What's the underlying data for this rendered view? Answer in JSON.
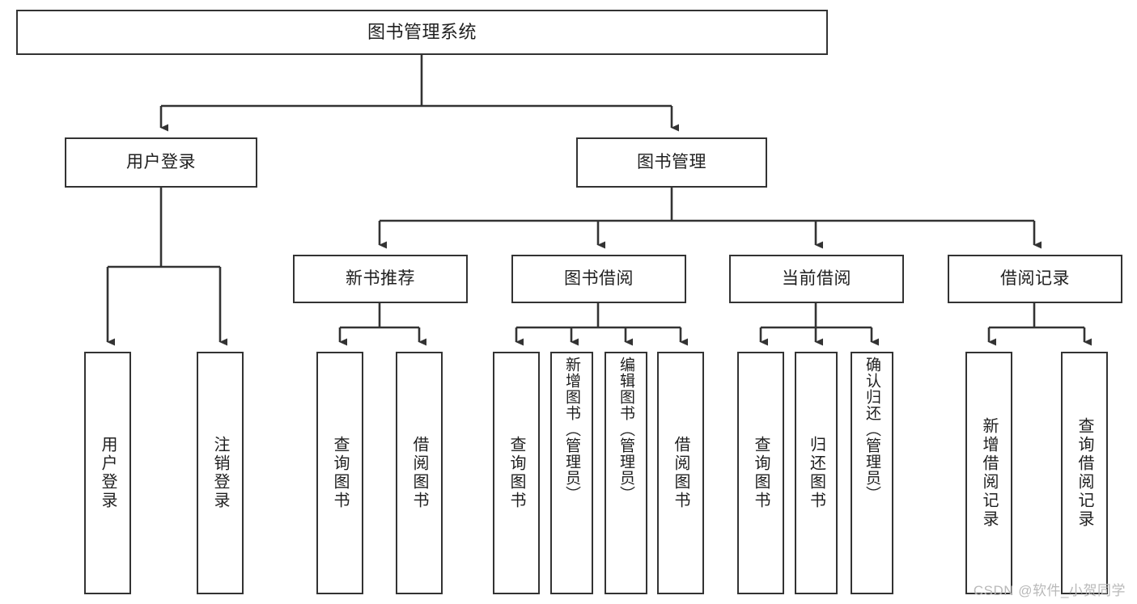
{
  "diagram": {
    "title": "图书管理系统",
    "type": "tree-hierarchy",
    "watermark": "CSDN @软件_小贺同学",
    "colors": {
      "background": "#ffffff",
      "box_border": "#333333",
      "box_fill": "#ffffff",
      "edge": "#333333",
      "text": "#1f1f1f",
      "watermark": "#b9b9b9"
    },
    "nodes": {
      "root": {
        "label": "图书管理系统"
      },
      "level2": [
        {
          "id": "user-login",
          "label": "用户登录"
        },
        {
          "id": "book-management",
          "label": "图书管理"
        }
      ],
      "level3": [
        {
          "id": "new-book-recommend",
          "label": "新书推荐"
        },
        {
          "id": "book-borrow",
          "label": "图书借阅"
        },
        {
          "id": "current-borrow",
          "label": "当前借阅"
        },
        {
          "id": "borrow-record",
          "label": "借阅记录"
        }
      ],
      "leaves": {
        "user_login": [
          {
            "id": "leaf-user-login",
            "label": "用户登录"
          },
          {
            "id": "leaf-logout",
            "label": "注销登录"
          }
        ],
        "new_book_recommend": [
          {
            "id": "leaf-query-book-1",
            "label": "查询图书"
          },
          {
            "id": "leaf-borrow-book-1",
            "label": "借阅图书"
          }
        ],
        "book_borrow": [
          {
            "id": "leaf-query-book-2",
            "label": "查询图书"
          },
          {
            "id": "leaf-add-book",
            "label": "新增图书（管理员）"
          },
          {
            "id": "leaf-edit-book",
            "label": "编辑图书（管理员）"
          },
          {
            "id": "leaf-borrow-book-2",
            "label": "借阅图书"
          }
        ],
        "current_borrow": [
          {
            "id": "leaf-query-book-3",
            "label": "查询图书"
          },
          {
            "id": "leaf-return-book",
            "label": "归还图书"
          },
          {
            "id": "leaf-confirm-return",
            "label": "确认归还（管理员）"
          }
        ],
        "borrow_record": [
          {
            "id": "leaf-add-record",
            "label": "新增借阅记录"
          },
          {
            "id": "leaf-query-record",
            "label": "查询借阅记录"
          }
        ]
      }
    },
    "edges": [
      {
        "from": "图书管理系统",
        "to": "用户登录"
      },
      {
        "from": "图书管理系统",
        "to": "图书管理"
      },
      {
        "from": "用户登录",
        "to": "用户登录"
      },
      {
        "from": "用户登录",
        "to": "注销登录"
      },
      {
        "from": "图书管理",
        "to": "新书推荐"
      },
      {
        "from": "图书管理",
        "to": "图书借阅"
      },
      {
        "from": "图书管理",
        "to": "当前借阅"
      },
      {
        "from": "图书管理",
        "to": "借阅记录"
      },
      {
        "from": "新书推荐",
        "to": "查询图书"
      },
      {
        "from": "新书推荐",
        "to": "借阅图书"
      },
      {
        "from": "图书借阅",
        "to": "查询图书"
      },
      {
        "from": "图书借阅",
        "to": "新增图书（管理员）"
      },
      {
        "from": "图书借阅",
        "to": "编辑图书（管理员）"
      },
      {
        "from": "图书借阅",
        "to": "借阅图书"
      },
      {
        "from": "当前借阅",
        "to": "查询图书"
      },
      {
        "from": "当前借阅",
        "to": "归还图书"
      },
      {
        "from": "当前借阅",
        "to": "确认归还（管理员）"
      },
      {
        "from": "借阅记录",
        "to": "新增借阅记录"
      },
      {
        "from": "借阅记录",
        "to": "查询借阅记录"
      }
    ]
  }
}
